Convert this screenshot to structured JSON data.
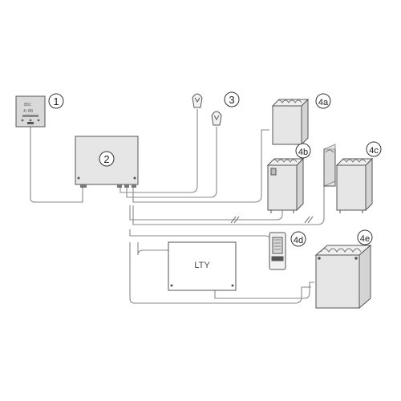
{
  "diagram": {
    "callouts": {
      "c1": "1",
      "c2": "2",
      "c3": "3",
      "c4a": "4a",
      "c4b": "4b",
      "c4c": "4c",
      "c4d": "4d",
      "c4e": "4e"
    },
    "lty_label": "LTY",
    "panel": {
      "line1": "85C",
      "line2": "4:00"
    },
    "colors": {
      "stroke": "#555555",
      "wire": "#8a8a8a",
      "device_fill": "#e6e6e6",
      "panel_fill": "#d9d9d9"
    }
  }
}
